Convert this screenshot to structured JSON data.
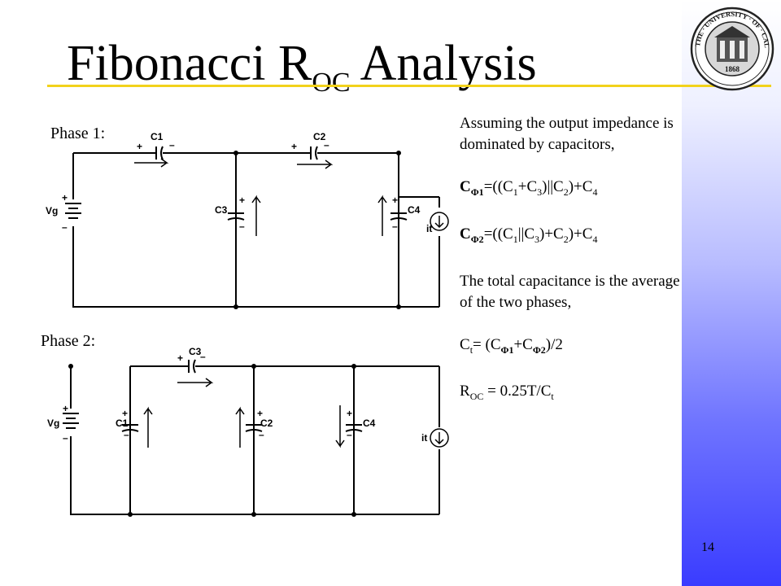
{
  "title": {
    "main": "Fibonacci R",
    "sub": "OC",
    "rest": " Analysis"
  },
  "logo": {
    "top_text": "THE · UNIVERSITY · OF · CALIFORNIA",
    "year": "1868",
    "name": "university-seal"
  },
  "phase1": {
    "label": "Phase 1:",
    "labels": {
      "vg": "Vg",
      "c1": "C1",
      "c2": "C2",
      "c3": "C3",
      "c4": "C4",
      "it": "it"
    }
  },
  "phase2": {
    "label": "Phase 2:",
    "labels": {
      "vg": "Vg",
      "c1": "C1",
      "c2": "C2",
      "c3": "C3",
      "c4": "C4",
      "it": "it"
    }
  },
  "notes": {
    "intro": "Assuming the output impedance is dominated by capacitors,",
    "eq1": {
      "c": "C",
      "phi": "Φ1",
      "body_a": "=((C",
      "s1": "1",
      "plus": "+C",
      "s3": "3",
      "par": ")||C",
      "s2": "2",
      "end": ")+C",
      "s4": "4"
    },
    "eq2": {
      "c": "C",
      "phi": "Φ2",
      "body_a": "=((C",
      "s1": "1",
      "par": "||C",
      "s3": "3",
      "plus": ")+C",
      "s2": "2",
      "end": ")+C",
      "s4": "4"
    },
    "total": "The total capacitance is the average of the two phases,",
    "ct": {
      "c": "C",
      "t": "t",
      "eq": "= (C",
      "phi1": "Φ1",
      "plus": "+C",
      "phi2": "Φ2",
      "end": ")/2"
    },
    "roc": {
      "r": "R",
      "oc": "OC",
      "eq": " = 0.25T/C",
      "t": "t"
    }
  },
  "page_number": "14",
  "colors": {
    "band_top": "#ffffff",
    "band_bottom": "#3a3cff",
    "rule": "#f2d21b"
  }
}
